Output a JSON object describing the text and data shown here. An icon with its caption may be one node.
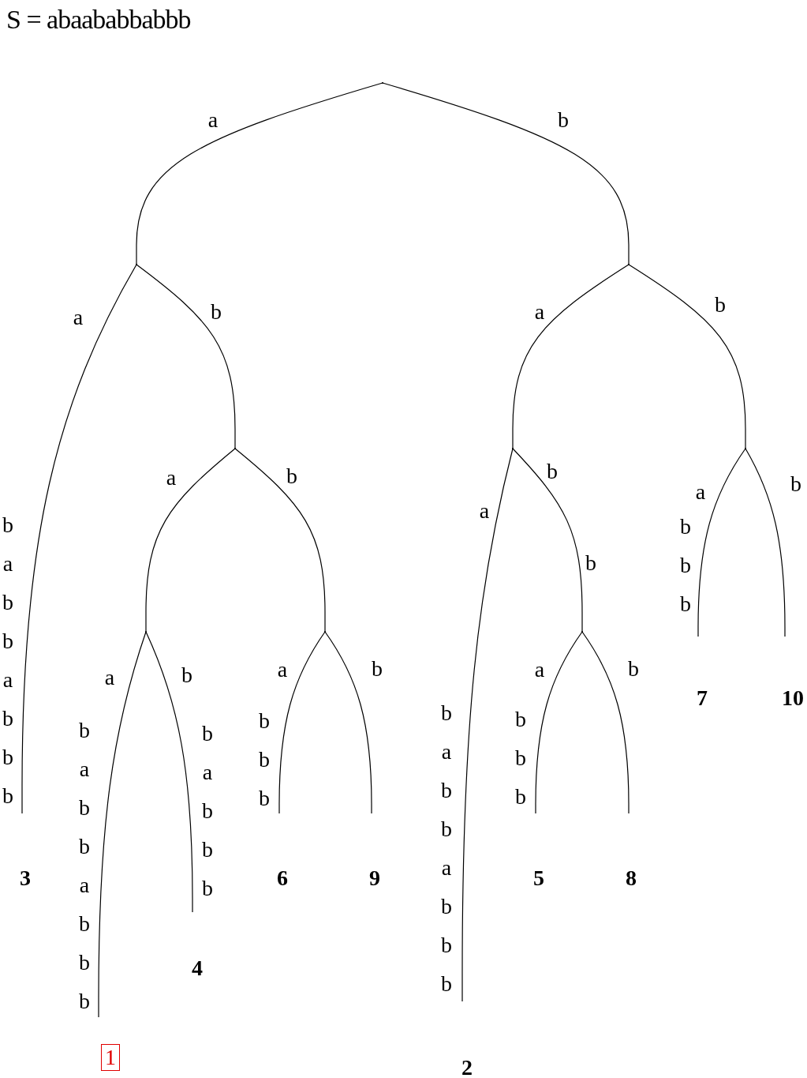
{
  "diagram": {
    "title": "S = abaababbabbb",
    "nodes": [
      {
        "text": [],
        "shape": "point"
      },
      {
        "text": [],
        "shape": "point"
      },
      {
        "text": [],
        "shape": "point"
      },
      {
        "text": [],
        "shape": "point"
      },
      {
        "text": [],
        "shape": "point"
      },
      {
        "text": [],
        "shape": "point"
      },
      {
        "text": [],
        "shape": "point"
      },
      {
        "text": [],
        "shape": "point"
      },
      {
        "text": [],
        "shape": "point"
      },
      {
        "text": [
          "7"
        ]
      },
      {
        "text": [
          "10"
        ]
      },
      {
        "text": [
          "3"
        ]
      },
      {
        "text": [
          "6"
        ]
      },
      {
        "text": [
          "9"
        ]
      },
      {
        "text": [
          "5"
        ]
      },
      {
        "text": [
          "8"
        ]
      },
      {
        "text": [
          "4"
        ]
      },
      {
        "text": [
          "1"
        ]
      },
      {
        "text": [
          "2"
        ]
      }
    ],
    "edges": [
      {
        "from": 0,
        "to": 1,
        "arrow": "none",
        "label": "a"
      },
      {
        "from": 0,
        "to": 2,
        "arrow": "none",
        "label": "b"
      },
      {
        "from": 1,
        "to": 11,
        "arrow": "none",
        "label": "a"
      },
      {
        "from": 1,
        "to": 3,
        "arrow": "none",
        "label": "b"
      },
      {
        "from": 3,
        "to": 6,
        "arrow": "none",
        "label": "a"
      },
      {
        "from": 3,
        "to": 7,
        "arrow": "none",
        "label": "b"
      },
      {
        "from": 6,
        "to": 17,
        "arrow": "none",
        "label": "a"
      },
      {
        "from": 6,
        "to": 16,
        "arrow": "none",
        "label": "b"
      },
      {
        "from": 7,
        "to": 12,
        "arrow": "none",
        "label": "a"
      },
      {
        "from": 7,
        "to": 13,
        "arrow": "none",
        "label": "b"
      },
      {
        "from": 2,
        "to": 4,
        "arrow": "none",
        "label": "a"
      },
      {
        "from": 2,
        "to": 5,
        "arrow": "none",
        "label": "b"
      },
      {
        "from": 4,
        "to": 18,
        "arrow": "none",
        "label": "a"
      },
      {
        "from": 4,
        "to": 8,
        "arrow": "none",
        "label": "b"
      },
      {
        "from": 8,
        "to": 14,
        "arrow": "none",
        "label": "a"
      },
      {
        "from": 8,
        "to": 15,
        "arrow": "none",
        "label": "b"
      },
      {
        "from": 5,
        "to": 9,
        "arrow": "none",
        "label": "a"
      },
      {
        "from": 5,
        "to": 10,
        "arrow": "none",
        "label": "b"
      }
    ],
    "labels": [
      "babbabbb",
      "b",
      "bbb",
      "babbabbb",
      "babbb",
      "bbb",
      "babbabbb",
      "bbb"
    ]
  }
}
